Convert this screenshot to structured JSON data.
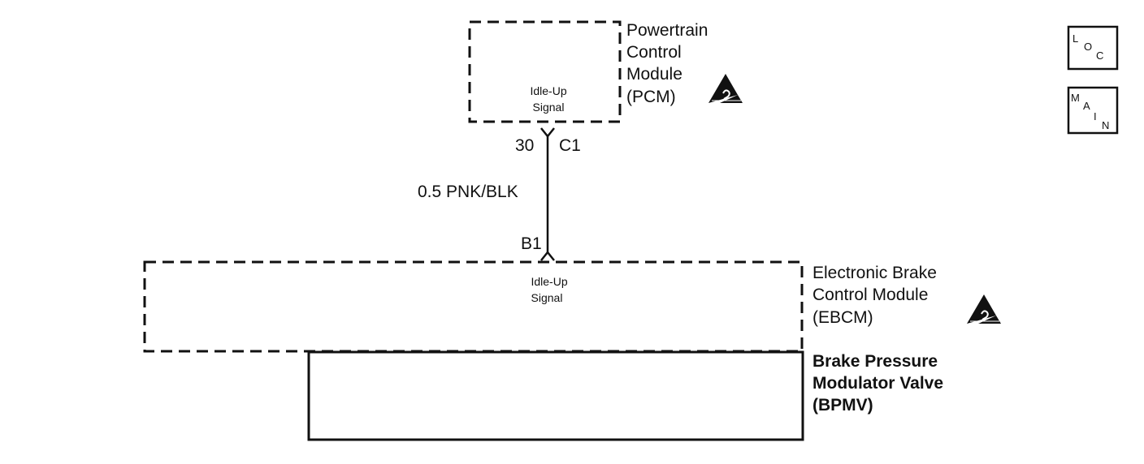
{
  "pcm": {
    "name_lines": [
      "Powertrain",
      "Control",
      "Module",
      "(PCM)"
    ],
    "signal_lines": [
      "Idle-Up",
      "Signal"
    ],
    "pin": "30",
    "connector": "C1"
  },
  "wire": {
    "label": "0.5 PNK/BLK"
  },
  "ebcm": {
    "name_lines": [
      "Electronic Brake",
      "Control Module",
      "(EBCM)"
    ],
    "signal_lines": [
      "Idle-Up",
      "Signal"
    ],
    "pin": "B1"
  },
  "bpmv": {
    "name_lines": [
      "Brake Pressure",
      "Modulator Valve",
      "(BPMV)"
    ]
  },
  "nav": {
    "loc": {
      "glyphs": [
        "L",
        "O",
        "C"
      ]
    },
    "main": {
      "glyphs": [
        "M",
        "A",
        "I",
        "N"
      ]
    }
  },
  "icons": {
    "esd": "esd-sensitive-icon"
  },
  "colors": {
    "line": "#111111",
    "background": "#ffffff"
  }
}
